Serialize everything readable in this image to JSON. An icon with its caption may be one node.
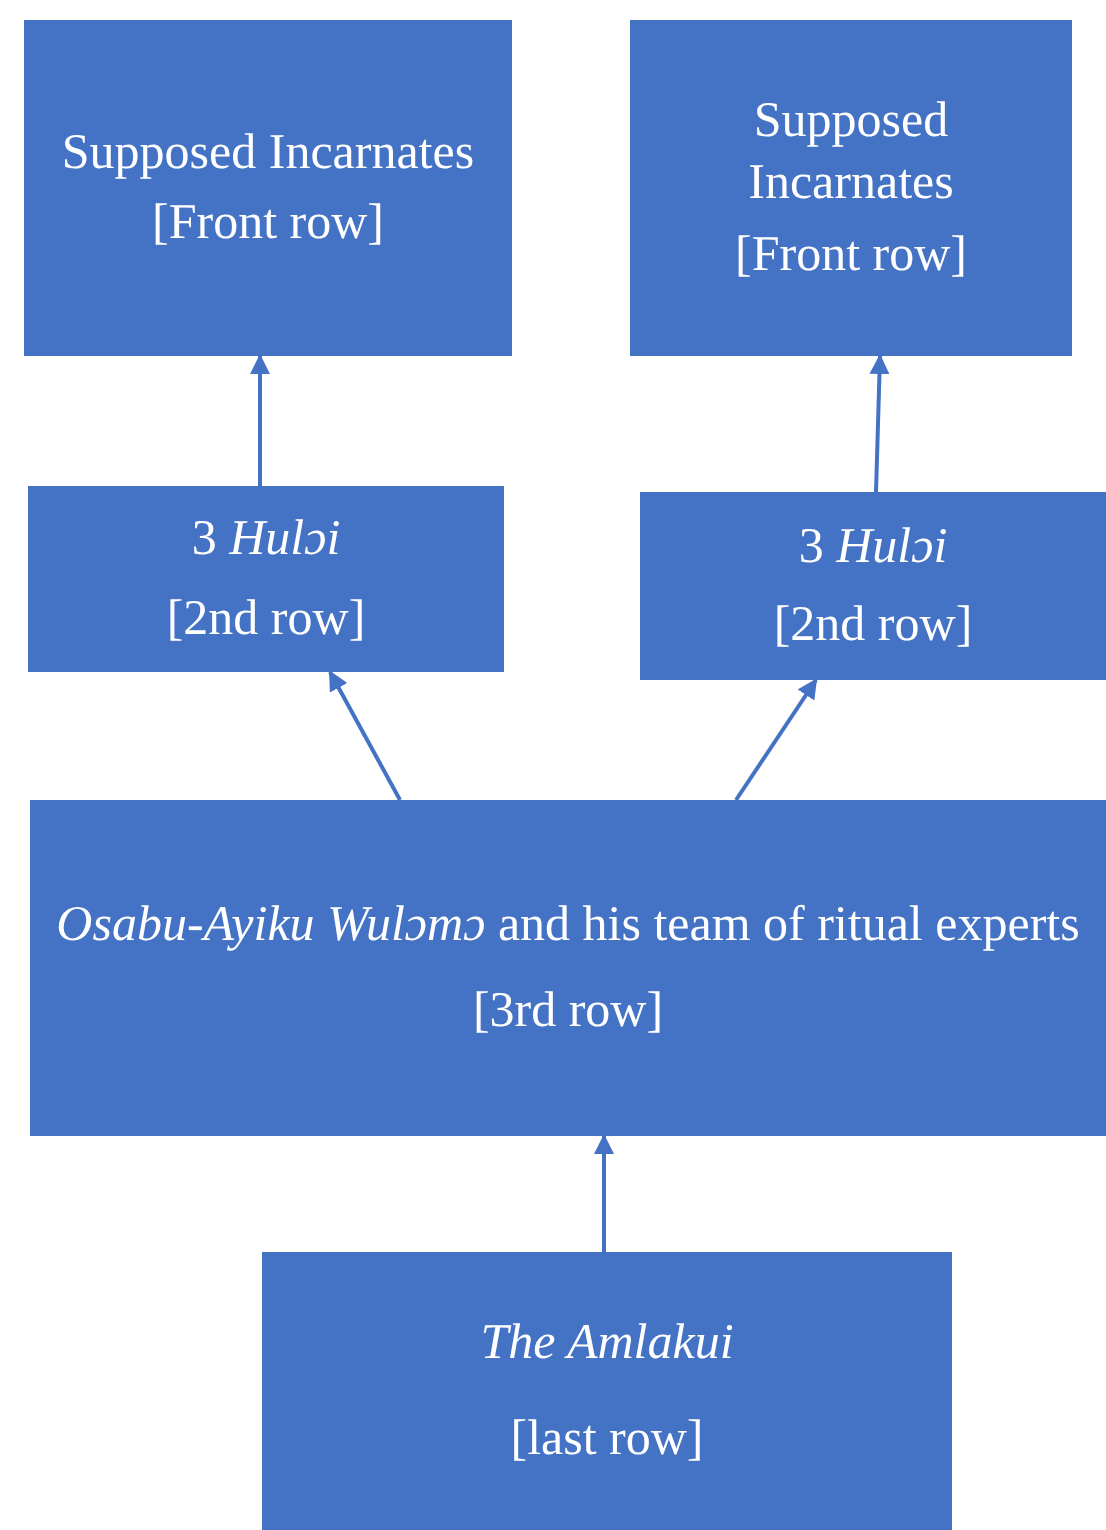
{
  "diagram": {
    "nodes": [
      {
        "text": [
          "Supposed Incarnates",
          "[Front row]"
        ]
      },
      {
        "text": [
          "Supposed Incarnates",
          "[Front row]"
        ]
      },
      {
        "text": [
          "3 *Hulɔi*",
          "[2nd row]"
        ]
      },
      {
        "text": [
          "3 *Hulɔi*",
          "[2nd row]"
        ]
      },
      {
        "text": [
          "*Osabu-Ayiku Wulɔmɔ* and his team of ritual experts",
          "[3rd row]"
        ]
      },
      {
        "text": [
          "The Amlakui",
          "[last row]"
        ]
      }
    ],
    "edges": [
      {
        "from": 2,
        "to": 0,
        "arrow": "to"
      },
      {
        "from": 3,
        "to": 1,
        "arrow": "to"
      },
      {
        "from": 4,
        "to": 2,
        "arrow": "to"
      },
      {
        "from": 4,
        "to": 3,
        "arrow": "to"
      },
      {
        "from": 5,
        "to": 4,
        "arrow": "to"
      }
    ]
  }
}
